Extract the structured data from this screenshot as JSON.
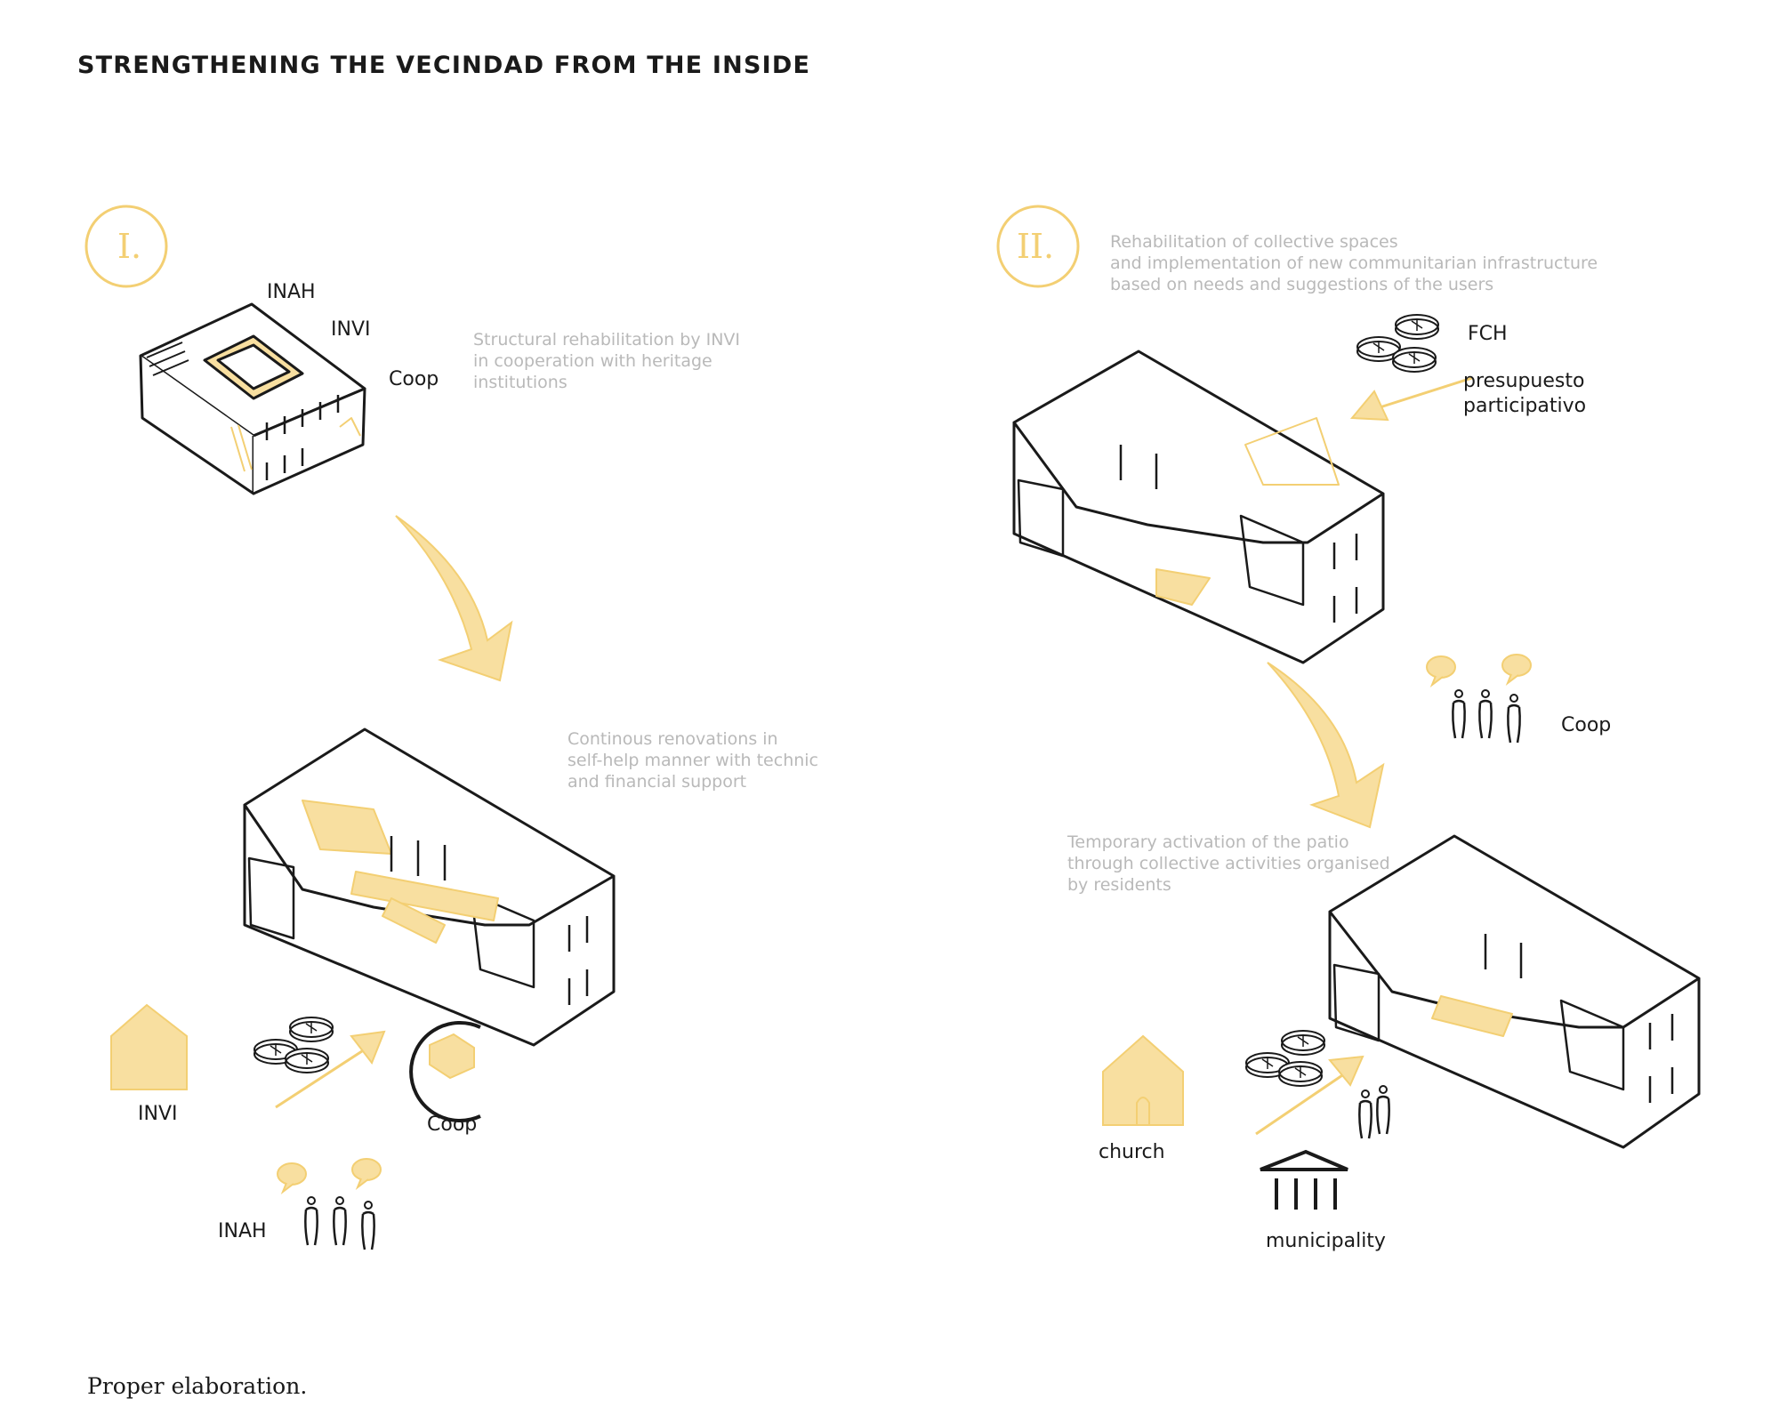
{
  "title": "STRENGTHENING THE VECINDAD FROM THE INSIDE",
  "caption": "Proper elaboration.",
  "colors": {
    "accent": "#f8dfa0",
    "accent_stroke": "#f3cf73",
    "ink": "#1a1a1a",
    "note": "#b9b9b9"
  },
  "phase_one": {
    "numeral": "I.",
    "actors_top": [
      "INAH",
      "INVI",
      "Coop"
    ],
    "note_1": [
      "Structural rehabilitation by INVI",
      "in cooperation with heritage",
      "institutions"
    ],
    "note_2": [
      "Continous renovations in",
      "self-help manner with technic",
      "and financial support"
    ],
    "actors_bottom": {
      "house": "INVI",
      "box": "Coop",
      "people": "INAH"
    }
  },
  "phase_two": {
    "numeral": "II.",
    "note_1": [
      "Rehabilitation of collective spaces",
      "and implementation of new communitarian infrastructure",
      "based on needs and suggestions of the users"
    ],
    "funders": [
      "FCH",
      "presupuesto",
      "participativo"
    ],
    "people_label": "Coop",
    "note_2": [
      "Temporary activation of the patio",
      "through collective activities organised",
      "by residents"
    ],
    "actors_bottom": {
      "house": "church",
      "building": "municipality"
    }
  }
}
